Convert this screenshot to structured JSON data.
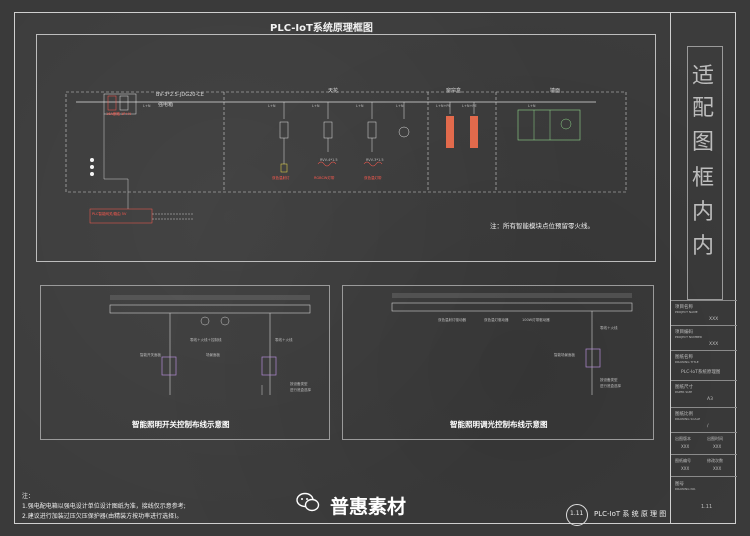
{
  "main_title": "PLC-IoT系统原理框图",
  "top_panel": {
    "cable_label": "BV-3*2.5-JDG20-CE",
    "box_label": "强电箱",
    "breaker_label": "16A断路 1P+N",
    "ln_label": "L+N",
    "ceiling_label": "天花",
    "cabinet_label": "窗帘盒",
    "wall_label": "墙面",
    "ln_labels": [
      "L+N",
      "L+N",
      "L+N",
      "L+N",
      "L+N+PE",
      "L+N+PE",
      "L+N"
    ],
    "devices": [
      {
        "caption": "双色温射灯"
      },
      {
        "caption": "RGBCW灯带"
      },
      {
        "caption": "双色温灯带"
      },
      {
        "caption": ""
      }
    ],
    "rvv1": "RVV-4*1.5",
    "rvv2": "RVV-3*1.5",
    "note": "注：所有智能模块点位预留零火线。",
    "lower_red_label": "PLC智能网关/路由 5V"
  },
  "diagram_left": {
    "title": "智能照明开关控制布线示意图",
    "label_switch_panel": "智能开关面板",
    "label_scene_panel": "场景面板",
    "label_wires1": "零线＋火线＋控制线",
    "label_wires2": "零线＋火线",
    "label_device_type": "按设备类型",
    "label_select": "进行底盒选择"
  },
  "diagram_right": {
    "title": "智能照明调光控制布线示意图",
    "label_driver1": "双色温射灯驱动器",
    "label_driver2": "双色温灯驱动器",
    "label_driver3": "100W灯带驱动器",
    "label_wires": "零线＋火线",
    "label_scene_panel": "智能场景面板",
    "label_device_type": "按设备类型",
    "label_select": "进行底盒选择"
  },
  "notes": {
    "heading": "注：",
    "line1": "1.强电配电箱以强电设计单位设计图纸为准，接线仅示意参考;",
    "line2": "2.建议进行加装过压欠压保护器(由精装方按功率进行选择)。"
  },
  "watermark": "普惠素材",
  "footer": {
    "page_number": "1.11",
    "title": "PLC-IoT 系 统 原 理 图"
  },
  "title_block": {
    "fit_chars": [
      "适",
      "配",
      "图",
      "框",
      "内",
      "内"
    ],
    "project_name": "项目名称",
    "project_name_en": "PROJECT NAME",
    "project_name_val": "XXX",
    "project_no": "项目编码",
    "project_no_en": "PROJECT NUMBER",
    "project_no_val": "XXX",
    "drawing_title": "图纸名称",
    "drawing_title_en": "DRAWING TITLE",
    "drawing_title_val": "PLC-IoT系统原理图",
    "paper_size": "图纸尺寸",
    "paper_size_en": "PAPER SIZE",
    "paper_size_val": "A3",
    "scale": "图纸比例",
    "scale_en": "DRAWING SCALE",
    "scale_val": "/",
    "version": "出图版本",
    "version_val": "XXX",
    "date": "出图时间",
    "date_val": "XXX",
    "change_no": "图纸编号",
    "change_val": "XXX",
    "change2": "修改次数",
    "change2_val": "XXX",
    "drawing_no": "图号",
    "drawing_no_en": "DRAWING NO.",
    "drawing_no_val": "1.11"
  }
}
